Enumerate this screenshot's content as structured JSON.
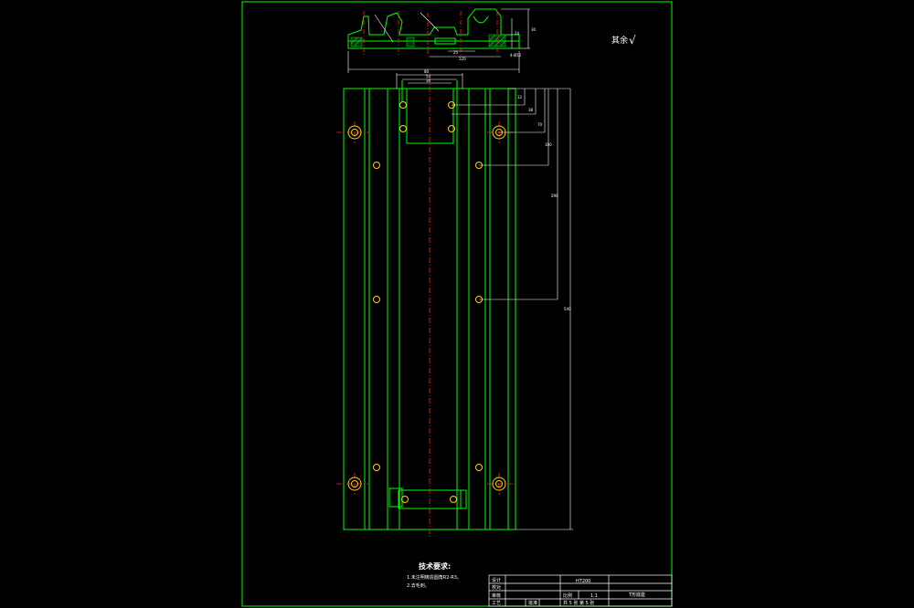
{
  "drawing": {
    "colors": {
      "background": "#000000",
      "outline": "#00ff00",
      "centerline": "#ff2020",
      "dimension": "#ffffff",
      "hole": "#ffd000",
      "cut_detail": "#00cc00"
    },
    "surface_finish": {
      "label": "其余",
      "symbol": "√"
    },
    "dimensions": {
      "top": [
        "80",
        "54",
        "34",
        "30",
        "24",
        "120",
        "25",
        "4-Ø12"
      ],
      "side_top": [
        "12",
        "38",
        "70",
        "100"
      ],
      "side_long": "290",
      "overall": "540"
    },
    "technical_requirements": {
      "title": "技术要求:",
      "items": [
        "1.未注明铸造圆角R2-R3。",
        "2.去毛刺。"
      ]
    },
    "title_block": {
      "labels": [
        "设计",
        "校对",
        "审核",
        "工艺",
        "批准"
      ],
      "material": "HT200",
      "scale_label": "比例",
      "scale_value": "1:1",
      "part_name": "T形底座",
      "sheet_info": "共 5 张 第 5 张"
    }
  }
}
